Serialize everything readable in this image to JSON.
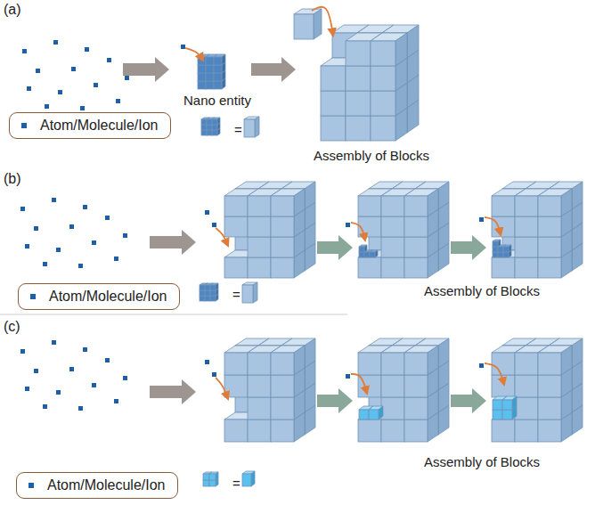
{
  "diagram": {
    "nodes": [
      {
        "text": [
          "Atom/Molecule/Ion"
        ]
      },
      {
        "text": [
          "Atom/Molecule/Ion"
        ]
      },
      {
        "text": [
          "Atom/Molecule/Ion"
        ]
      }
    ],
    "labels": [
      "(a)",
      "Nano entity",
      "Assembly of Blocks",
      "=",
      "(b)",
      "=",
      "Assembly of Blocks",
      "(c)",
      "=",
      "Assembly of Blocks"
    ]
  }
}
